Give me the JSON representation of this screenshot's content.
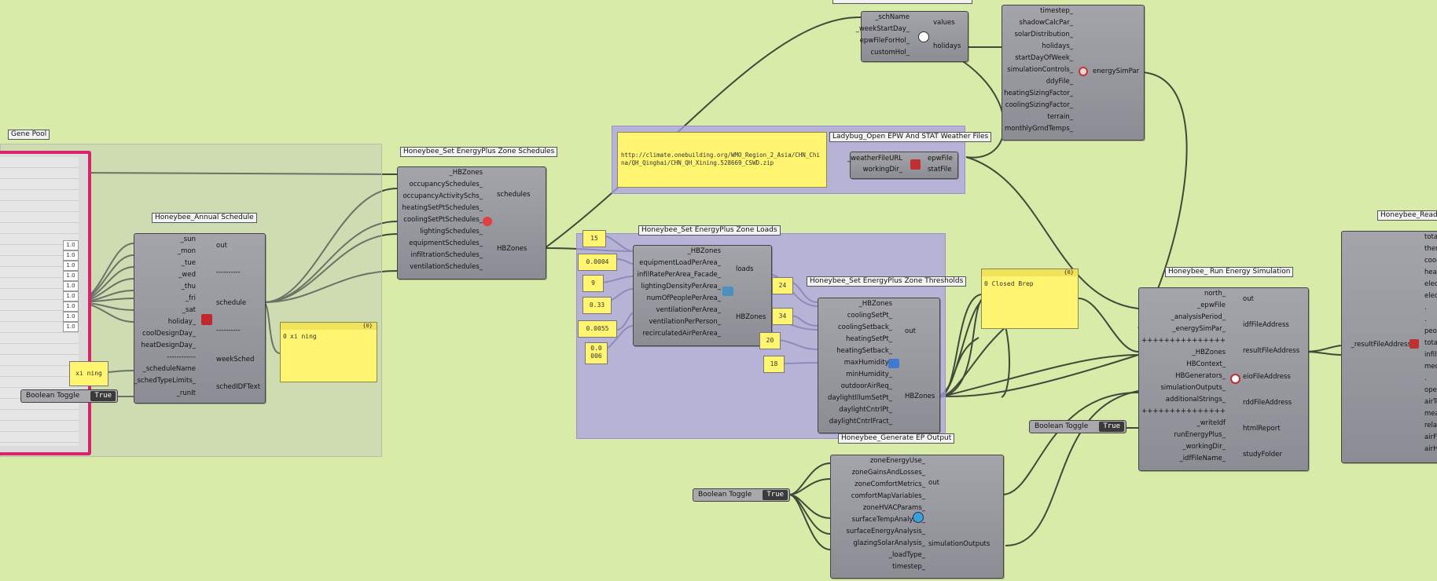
{
  "canvas": {
    "background": "#d9eba9"
  },
  "gene_pool": {
    "title": "Gene Pool"
  },
  "annual_schedule": {
    "title": "Honeybee_Annual Schedule",
    "inputs": [
      "_sun",
      "_mon",
      "_tue",
      "_wed",
      "_thu",
      "_fri",
      "_sat",
      "holiday_",
      "coolDesignDay_",
      "heatDesignDay_",
      "------------",
      "_scheduleName",
      "_schedTypeLimits_",
      "_runIt"
    ],
    "outputs": [
      "out",
      "----------",
      "schedule",
      "----------",
      "weekSched",
      "schedIDFText"
    ],
    "values": [
      "1.0",
      "1.0",
      "1.0",
      "1.0",
      "1.0",
      "1.0",
      "1.0",
      "1.0",
      "1.0"
    ],
    "name_panel": "xi ning",
    "out_panel_value": "xi ning",
    "out_panel_index": "0",
    "out_panel_head": "{0}"
  },
  "toggles": {
    "label": "Boolean Toggle",
    "value": "True"
  },
  "zone_schedules": {
    "title": "Honeybee_Set EnergyPlus Zone Schedules",
    "inputs": [
      "_HBZones",
      "occupancySchedules_",
      "occupancyActivitySchs_",
      "heatingSetPtSchedules_",
      "coolingSetPtSchedules_",
      "lightingSchedules_",
      "equipmentSchedules_",
      "infiltrationSchedules_",
      "ventilationSchedules_"
    ],
    "outputs": [
      "schedules",
      "HBZones"
    ]
  },
  "holidays": {
    "inputs": [
      "_schName",
      "_weekStartDay_",
      "epwFileForHol_",
      "customHol_"
    ],
    "outputs": [
      "values",
      "holidays"
    ]
  },
  "sim_par": {
    "inputs": [
      "timestep_",
      "shadowCalcPar_",
      "solarDistribution_",
      "holidays_",
      "startDayOfWeek_",
      "simulationControls_",
      "ddyFile_",
      "heatingSizingFactor_",
      "coolingSizingFactor_",
      "terrain_",
      "monthlyGrndTemps_"
    ],
    "outputs": [
      "energySimPar"
    ]
  },
  "weather": {
    "title": "Ladybug_Open EPW And STAT Weather Files",
    "url": "http://climate.onebuilding.org/WMO_Region_2_Asia/CHN_China/QH_Qinghai/CHN_QH_Xining.528669_CSWD.zip",
    "inputs": [
      "_weatherFileURL",
      "workingDir_"
    ],
    "outputs": [
      "epwFile",
      "statFile"
    ]
  },
  "zone_loads": {
    "title": "Honeybee_Set EnergyPlus Zone Loads",
    "inputs": [
      "_HBZones",
      "equipmentLoadPerArea_",
      "infilRatePerArea_Facade_",
      "lightingDensityPerArea_",
      "numOfPeoplePerArea_",
      "ventilationPerArea_",
      "ventilationPerPerson_",
      "recirculatedAirPerArea_"
    ],
    "outputs": [
      "loads",
      "HBZones"
    ],
    "values": [
      "15",
      "0.0004",
      "9",
      "0.33",
      "0.0055",
      "0.0\n006"
    ]
  },
  "thresholds": {
    "title": "Honeybee_Set EnergyPlus Zone Thresholds",
    "inputs": [
      "_HBZones",
      "coolingSetPt_",
      "coolingSetback_",
      "heatingSetPt_",
      "heatingSetback_",
      "maxHumidity_",
      "minHumidity_",
      "outdoorAirReq_",
      "daylightIllumSetPt_",
      "daylightCntrlPt_",
      "daylightCntrlFract_"
    ],
    "outputs": [
      "out",
      "HBZones"
    ],
    "values": [
      "24",
      "34",
      "20",
      "18"
    ]
  },
  "brep_panel": {
    "head": "{0}",
    "text": "0 Closed Brep"
  },
  "generate_output": {
    "title": "Honeybee_Generate EP Output",
    "inputs": [
      "zoneEnergyUse_",
      "zoneGainsAndLosses_",
      "zoneComfortMetrics_",
      "comfortMapVariables_",
      "zoneHVACParams_",
      "surfaceTempAnalysis_",
      "surfaceEnergyAnalysis_",
      "glazingSolarAnalysis_",
      "_loadType_",
      "timestep_"
    ],
    "outputs": [
      "out",
      "simulationOutputs"
    ]
  },
  "run_sim": {
    "title": "Honeybee_ Run Energy Simulation",
    "inputs": [
      "north_",
      "_epwFile",
      "_analysisPeriod_",
      "_energySimPar_",
      "+++++++++++++++",
      "_HBZones",
      "HBContext_",
      "HBGenerators_",
      "simulationOutputs_",
      "additionalStrings_",
      "+++++++++++++++",
      "_writeIdf",
      "runEnergyPlus_",
      "_workingDir_",
      "_idfFileName_"
    ],
    "outputs": [
      "out",
      "idfFileAddress",
      "resultFileAddress",
      "eioFileAddress",
      "rddFileAddress",
      "htmlReport",
      "studyFolder"
    ]
  },
  "read_results": {
    "title": "Honeybee_Read E",
    "inputs": [
      "_resultFileAddress"
    ],
    "outputs": [
      "total",
      "therm",
      "cooli",
      "heati",
      "elect",
      "elect",
      ".",
      ".",
      "peop",
      "total",
      "infilt",
      "mech",
      ".",
      "oper",
      "airTe",
      "mean",
      "relat",
      "airFl",
      "airHe"
    ]
  }
}
